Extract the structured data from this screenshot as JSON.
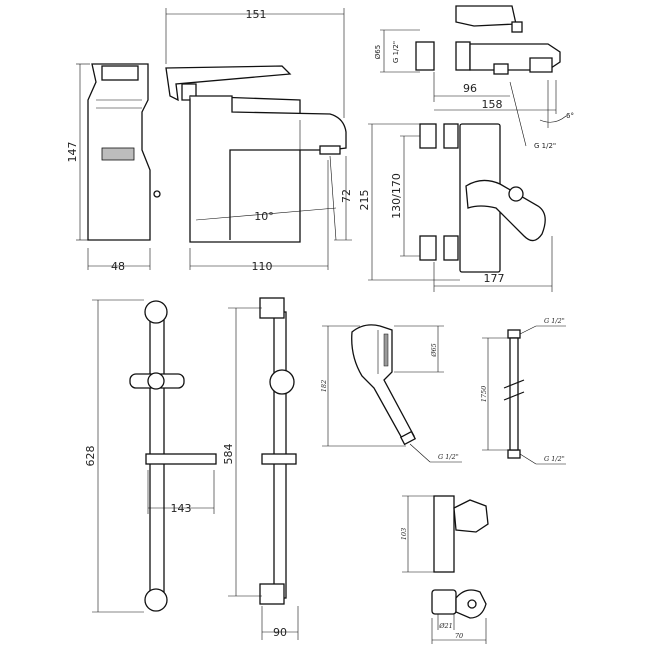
{
  "colors": {
    "line": "#111111",
    "background": "#ffffff",
    "text": "#222222"
  },
  "dimensions": {
    "mixer_top_width": "151",
    "mixer_height": "147",
    "mixer_base_width": "48",
    "mixer_base_length": "110",
    "mixer_spout_angle": "10°",
    "mixer_spout_height": "72",
    "bath_thread": "G 1/2\"",
    "bath_diameter": "Ø65",
    "bath_depth_96": "96",
    "bath_length_158": "158",
    "bath_angle_6": "6°",
    "bath_thread_bottom": "G 1/2\"",
    "bath_height_215": "215",
    "bath_centers": "130/170",
    "bath_width_177": "177",
    "rail_height_628": "628",
    "rail_width_143": "143",
    "rail_side_584": "584",
    "rail_side_90": "90",
    "hand_length": "182",
    "hand_diameter": "Ø65",
    "hand_thread": "G 1/2\"",
    "hose_thread_top": "G 1/2\"",
    "hose_length": "1750",
    "hose_thread_bottom": "G 1/2\"",
    "holder_height": "103",
    "holder_diameter": "Ø21",
    "holder_width": "70"
  }
}
